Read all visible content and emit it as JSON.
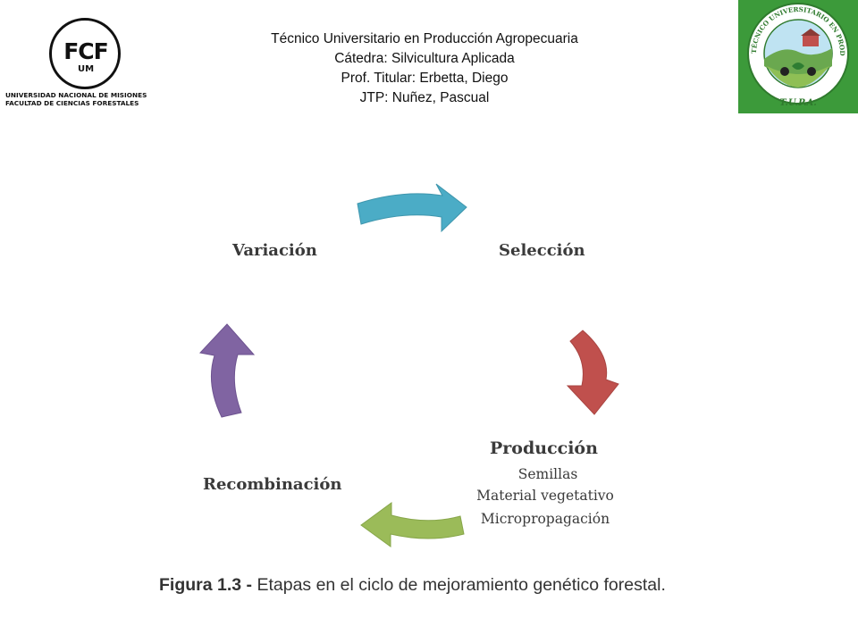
{
  "header": {
    "lines": [
      "Técnico Universitario en Producción  Agropecuaria",
      "Cátedra: Silvicultura Aplicada",
      "Prof. Titular:  Erbetta, Diego",
      "JTP: Nuñez, Pascual"
    ]
  },
  "left_logo": {
    "mark": "FCF",
    "sub_mark": "UM",
    "line1": "UNIVERSIDAD NACIONAL DE MISIONES",
    "line2": "FACULTAD DE CIENCIAS FORESTALES"
  },
  "right_logo": {
    "ring_text": "TÉCNICO UNIVERSITARIO EN PRODUCCIÓN AGROPECUARIA",
    "bottom_text": "T.U.P.A.",
    "background_color": "#3c9a3a"
  },
  "diagram": {
    "stages": {
      "variacion": "Variación",
      "seleccion": "Selección",
      "produccion": "Producción",
      "recombinacion": "Recombinación"
    },
    "produccion_items": [
      "Semillas",
      "Material vegetativo",
      "Micropropagación"
    ],
    "arrow_colors": {
      "top": "#4bacc6",
      "right": "#c0504d",
      "bottom": "#9bbb59",
      "left": "#8064a2"
    }
  },
  "caption": {
    "label": "Figura 1.3 -",
    "text": " Etapas en el ciclo de mejoramiento genético forestal."
  }
}
